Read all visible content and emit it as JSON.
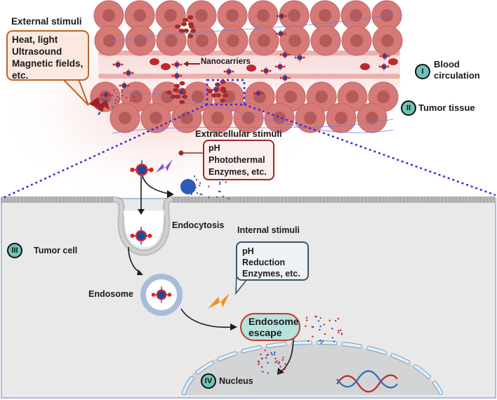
{
  "figure": {
    "external_stimuli": {
      "title": "External stimuli",
      "items": [
        "Heat, light",
        "Ultrasound",
        "Magnetic fields,",
        "etc."
      ]
    },
    "nanocarriers_label": "Nanocarriers",
    "stages": [
      {
        "numeral": "I",
        "label_lines": [
          "Blood",
          "circulation"
        ]
      },
      {
        "numeral": "II",
        "label_lines": [
          "Tumor tissue"
        ]
      },
      {
        "numeral": "III",
        "label_lines": [
          "Tumor cell"
        ]
      },
      {
        "numeral": "IV",
        "label_lines": [
          "Nucleus"
        ]
      }
    ],
    "extracellular_stimuli": {
      "title": "Extracellular stimuli",
      "items": [
        "pH",
        "Photothermal",
        "Enzymes, etc."
      ]
    },
    "internal_stimuli": {
      "title": "Internal stimuli",
      "items": [
        "pH",
        "Reduction",
        "Enzymes, etc."
      ]
    },
    "endocytosis_label": "Endocytosis",
    "endosome_label": "Endosome",
    "endosome_escape": [
      "Endosome",
      "escape"
    ]
  },
  "colors": {
    "tumor_cell": "#d67a78",
    "tumor_nucleus": "#b55a5a",
    "blood_cell": "#c0282e",
    "badge_fill": "#6fc4b8",
    "dashed_zoom": "#3a2ad6",
    "cell_interior": "#e9e9e9",
    "nucleus_fill": "#d2d4d6",
    "external_box_border": "#b8652a",
    "extracellular_box_border": "#9a2a2a",
    "internal_box_border": "#3d5566",
    "escape_box_fill": "#b6e3dd",
    "escape_box_border": "#c0392b",
    "lightning_external": "#a3202a",
    "lightning_extracellular": "#8a4fd0",
    "lightning_internal": "#f0901a"
  }
}
